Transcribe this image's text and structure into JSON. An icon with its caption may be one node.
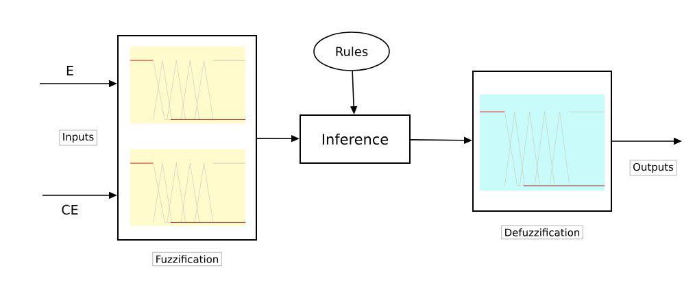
{
  "diagram": {
    "nodes": [
      {
        "text": [
          "Fuzzification"
        ]
      },
      {
        "text": [
          "Rules"
        ]
      },
      {
        "text": [
          "Inference"
        ]
      },
      {
        "text": [
          "Defuzzification"
        ]
      }
    ],
    "edges": [
      {
        "from": null,
        "to": 0,
        "arrow": "to",
        "label": "E"
      },
      {
        "from": null,
        "to": 0,
        "arrow": "to",
        "label": "CE"
      },
      {
        "from": 0,
        "to": 2,
        "arrow": "to"
      },
      {
        "from": 1,
        "to": 2,
        "arrow": "to"
      },
      {
        "from": 2,
        "to": 3,
        "arrow": "to"
      },
      {
        "from": 3,
        "to": null,
        "arrow": "to"
      }
    ],
    "labels": [
      "Inputs",
      "Outputs"
    ]
  }
}
